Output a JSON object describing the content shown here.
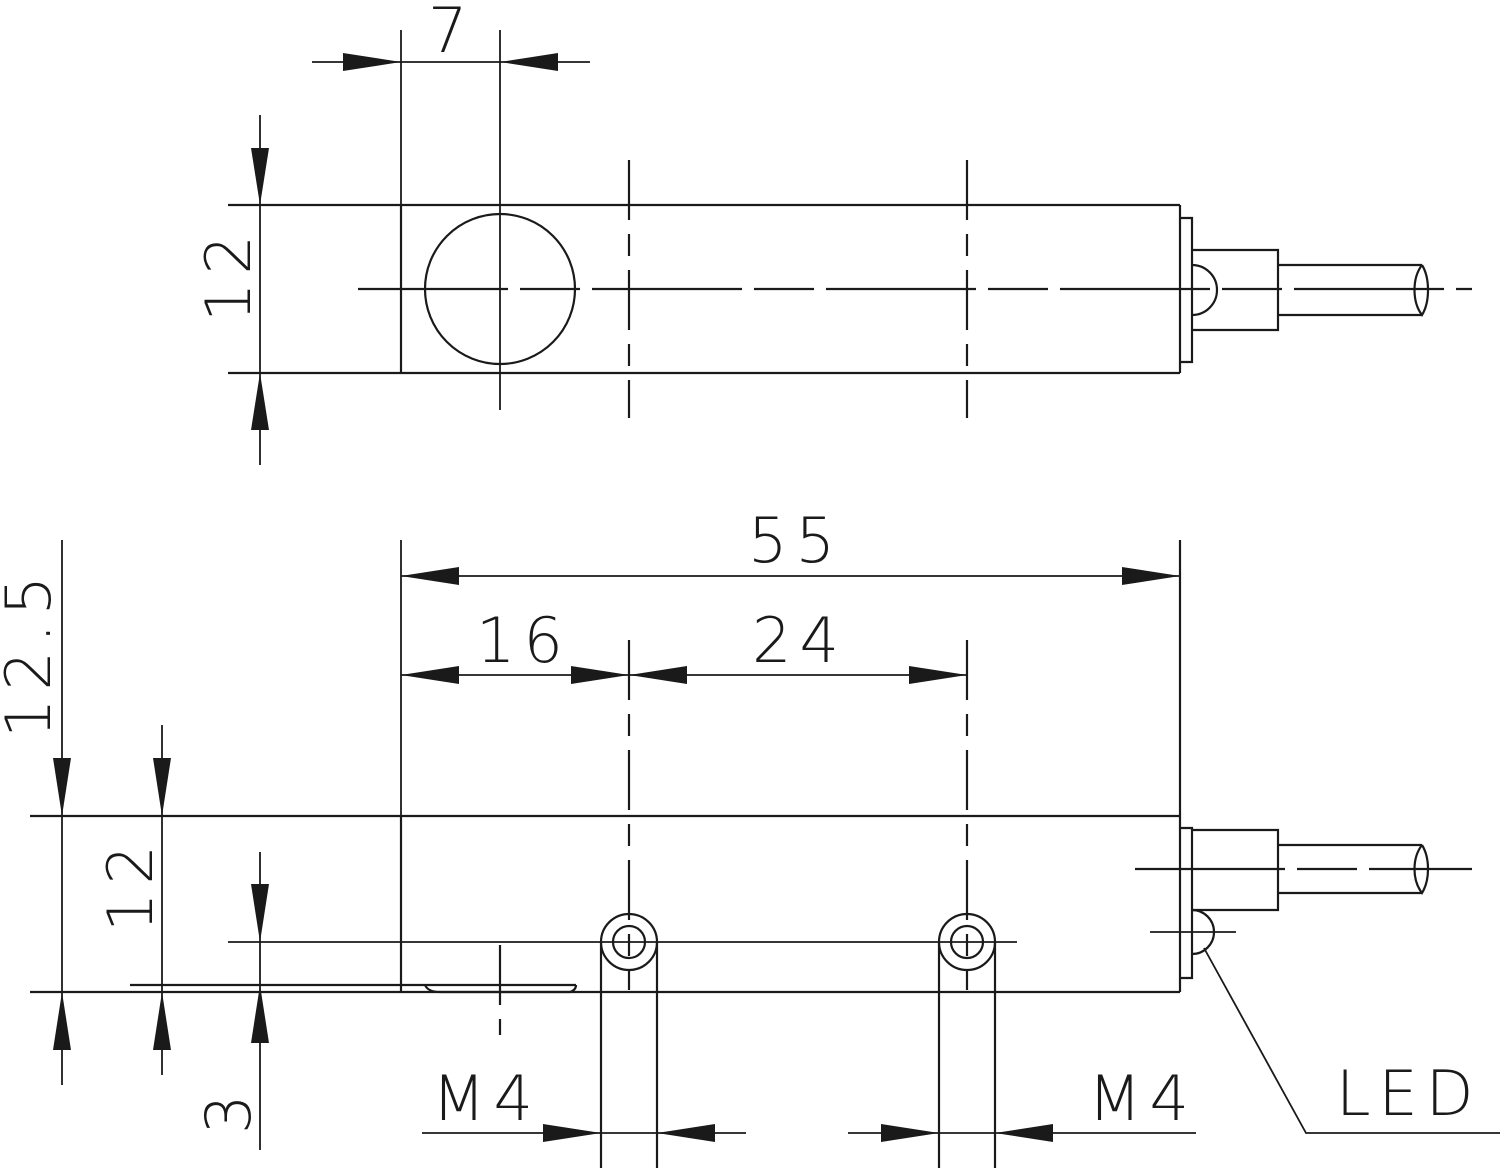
{
  "top_view": {
    "dim_hole_offset": "7",
    "dim_height": "12"
  },
  "side_view": {
    "dim_length": "55",
    "dim_first_hole": "16",
    "dim_hole_spacing": "24",
    "dim_total_height": "12.5",
    "dim_body_height": "12",
    "dim_plate": "3",
    "thread_left": "M4",
    "thread_right": "M4",
    "led_label": "LED"
  }
}
